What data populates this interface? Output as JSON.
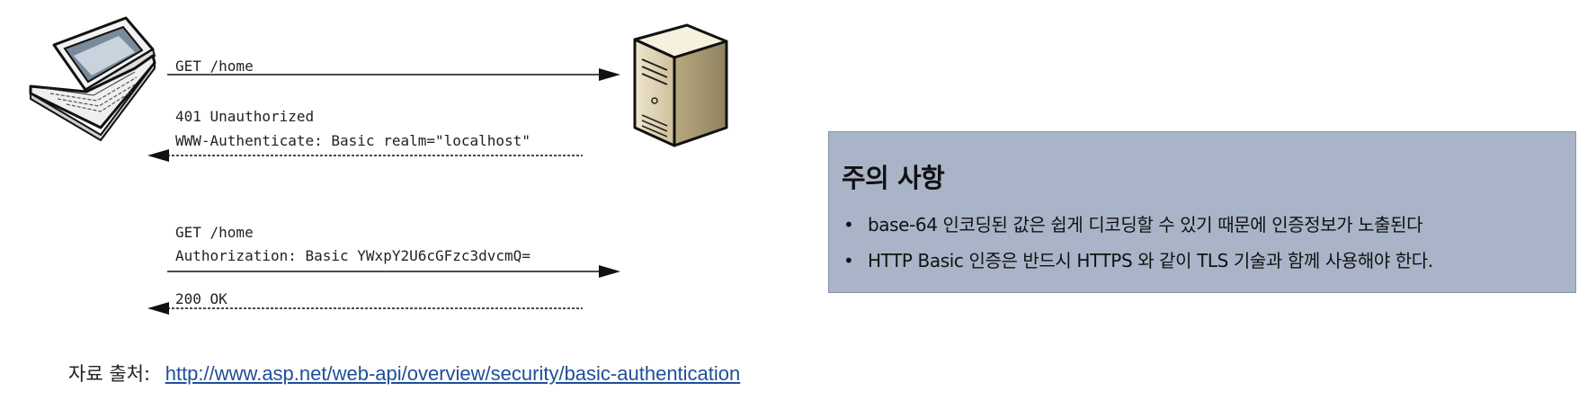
{
  "diagram": {
    "messages": [
      {
        "lines": [
          "GET /home"
        ],
        "direction": "request",
        "style": "solid"
      },
      {
        "lines": [
          "401 Unauthorized",
          "WWW-Authenticate: Basic realm=\"localhost\""
        ],
        "direction": "response",
        "style": "dotted"
      },
      {
        "lines": [
          "GET /home",
          "Authorization: Basic YWxpY2U6cGFzc3dvcmQ="
        ],
        "direction": "request",
        "style": "solid"
      },
      {
        "lines": [
          "200 OK"
        ],
        "direction": "response",
        "style": "dotted"
      }
    ],
    "client_icon": "laptop-icon",
    "server_icon": "server-icon"
  },
  "note": {
    "title": "주의 사항",
    "items": [
      "base-64 인코딩된 값은 쉽게 디코딩할 수 있기 때문에 인증정보가 노출된다",
      "HTTP Basic 인증은 반드시 HTTPS 와 같이 TLS 기술과 함께 사용해야 한다."
    ]
  },
  "source": {
    "label": "자료 출처:",
    "url": "http://www.asp.net/web-api/overview/security/basic-authentication"
  },
  "colors": {
    "note_bg": "#a9b4c8",
    "link": "#1f4e9a"
  }
}
